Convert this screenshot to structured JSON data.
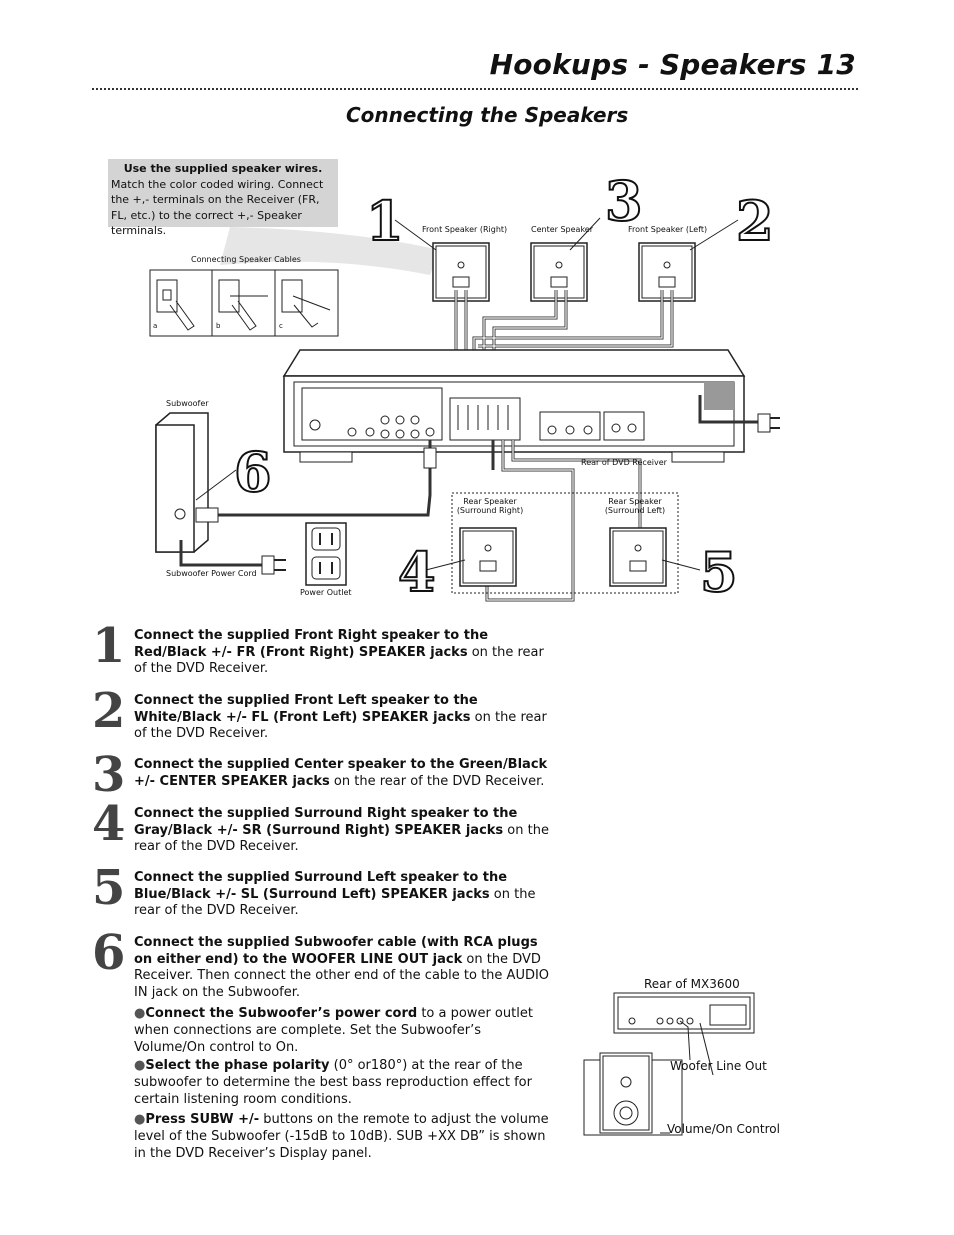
{
  "header": {
    "title": "Hookups - Speakers  13"
  },
  "section_title": "Connecting the Speakers",
  "callout": {
    "title": "Use the supplied speaker wires.",
    "text": "Match the color coded wiring. Connect the +,- terminals on the Receiver (FR, FL, etc.) to the correct +,- Speaker terminals."
  },
  "diagram": {
    "front_right": "Front Speaker (Right)",
    "center": "Center Speaker",
    "front_left": "Front Speaker (Left)",
    "connecting_cables": "Connecting Speaker Cables",
    "subwoofer": "Subwoofer",
    "rear_receiver": "Rear of DVD Receiver",
    "rear_right_1": "Rear Speaker",
    "rear_right_2": "(Surround Right)",
    "rear_left_1": "Rear Speaker",
    "rear_left_2": "(Surround Left)",
    "subwoofer_cord": "Subwoofer Power Cord",
    "power_outlet": "Power Outlet",
    "marker_1": "1",
    "marker_2": "2",
    "marker_3": "3",
    "marker_4": "4",
    "marker_5": "5",
    "marker_6": "6",
    "sub_a": "a",
    "sub_b": "b",
    "sub_c": "c"
  },
  "steps": [
    {
      "num": "1",
      "bold": "Connect the supplied Front Right speaker to the Red/Black +/- FR (Front Right) SPEAKER jacks",
      "rest": " on the rear of the DVD Receiver."
    },
    {
      "num": "2",
      "bold": "Connect the supplied Front Left speaker to the White/Black +/- FL (Front Left) SPEAKER jacks",
      "rest": " on the rear of the DVD Receiver."
    },
    {
      "num": "3",
      "bold": "Connect the supplied Center speaker to the Green/Black +/- CENTER SPEAKER jacks",
      "rest": " on the rear of the DVD Receiver."
    },
    {
      "num": "4",
      "bold": "Connect the supplied Surround Right speaker to the Gray/Black +/- SR (Surround Right) SPEAKER jacks",
      "rest": " on the rear of the DVD Receiver."
    },
    {
      "num": "5",
      "bold": "Connect the supplied Surround Left speaker to the Blue/Black +/- SL (Surround Left) SPEAKER jacks",
      "rest": " on the rear of the DVD Receiver."
    },
    {
      "num": "6",
      "bold": "Connect the supplied Subwoofer cable (with RCA plugs on either end) to the WOOFER LINE OUT jack",
      "rest": " on the DVD Receiver. Then connect the other end of the cable to the AUDIO IN jack on the Subwoofer."
    }
  ],
  "bullets": [
    {
      "bold": "Connect the Subwoofer’s power cord",
      "rest": "  to a power outlet when connections are complete. Set the Subwoofer’s Volume/On control to On."
    },
    {
      "bold": "Select the phase polarity",
      "rest": " (0° or180°) at the rear of the subwoofer to determine the best bass reproduction effect for certain listening room conditions."
    },
    {
      "bold": "Press SUBW +/-",
      "rest": " buttons on the remote to adjust the volume level of the Subwoofer (-15dB to 10dB). SUB +XX DB” is shown in the DVD Receiver’s Display panel."
    }
  ],
  "mx": {
    "rear_label": "Rear of MX3600",
    "woofer_out": "Woofer Line Out",
    "volume_control": "Volume/On Control"
  }
}
